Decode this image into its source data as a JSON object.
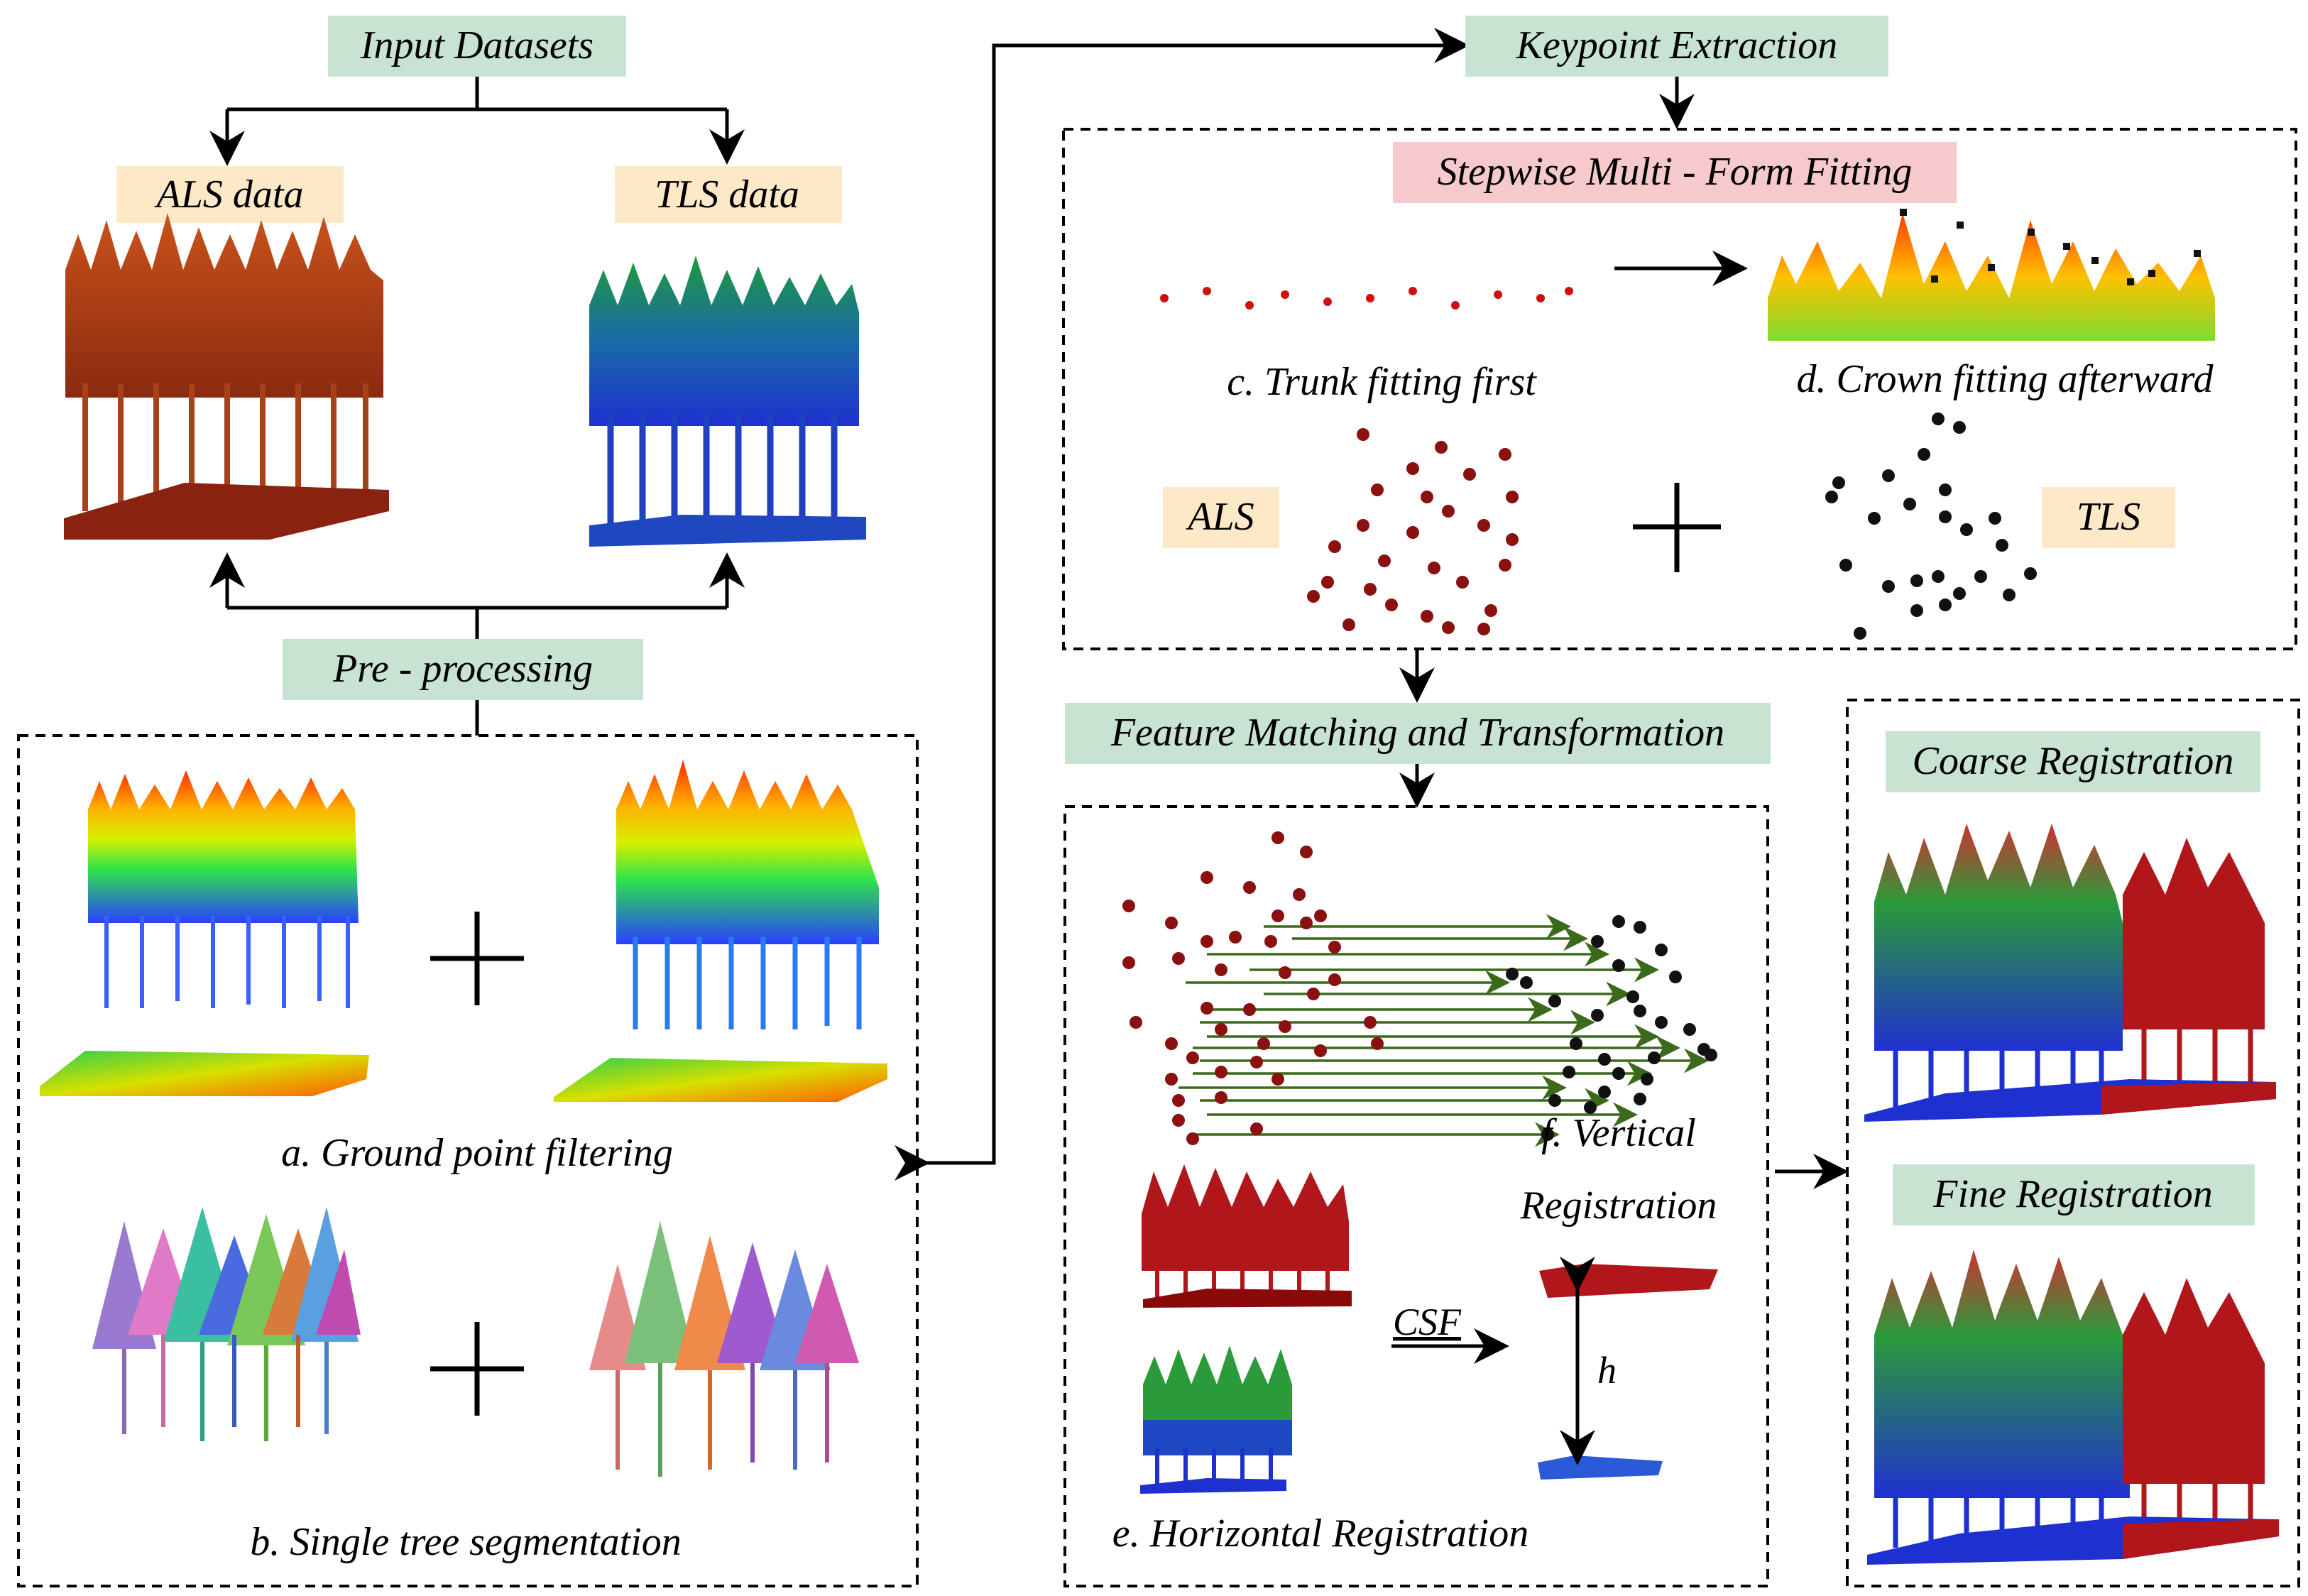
{
  "labels": {
    "input_datasets": "Input Datasets",
    "als_data": "ALS data",
    "tls_data": "TLS data",
    "pre_processing": "Pre - processing",
    "ground_filtering": "a. Ground point filtering",
    "single_tree": "b. Single tree segmentation",
    "keypoint_extraction": "Keypoint Extraction",
    "stepwise_fitting": "Stepwise Multi - Form Fitting",
    "trunk_fitting": "c. Trunk fitting first",
    "crown_fitting": "d. Crown fitting afterward",
    "als": "ALS",
    "tls": "TLS",
    "feature_matching": "Feature Matching and Transformation",
    "vertical_registration_1": "f. Vertical",
    "vertical_registration_2": "Registration",
    "csf": "CSF",
    "h": "h",
    "horizontal_registration": "e. Horizontal Registration",
    "coarse_registration": "Coarse Registration",
    "fine_registration": "Fine Registration"
  },
  "colors": {
    "green_box": "#c8e3d2",
    "yellow_box": "#fde9c8",
    "pink_box": "#f6c9cc",
    "als_point": "#8b1010",
    "tls_point": "#111111",
    "match_arrow": "#3a6a1a",
    "als_cloud": "#b0161a",
    "tls_cloud": "#1f49c4"
  },
  "icons": {
    "plus": "plus-icon",
    "arrow": "arrow-right-icon"
  }
}
